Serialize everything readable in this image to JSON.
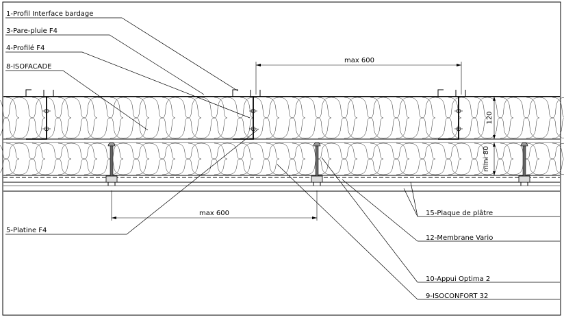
{
  "labels": {
    "l1": "1-Profil Interface bardage",
    "l3": "3-Pare-pluie F4",
    "l4": "4-Profilé F4",
    "l8": "8-ISOFACADE",
    "l5": "5-Platine F4",
    "l15": "15-Plaque de plâtre",
    "l12": "12-Membrane Vario",
    "l10": "10-Appui Optima 2",
    "l9": "9-ISOCONFORT 32"
  },
  "dimensions": {
    "top_span": "max 600",
    "bottom_span": "max 600",
    "outer_thickness": "120",
    "inner_thickness": "mini 80"
  }
}
